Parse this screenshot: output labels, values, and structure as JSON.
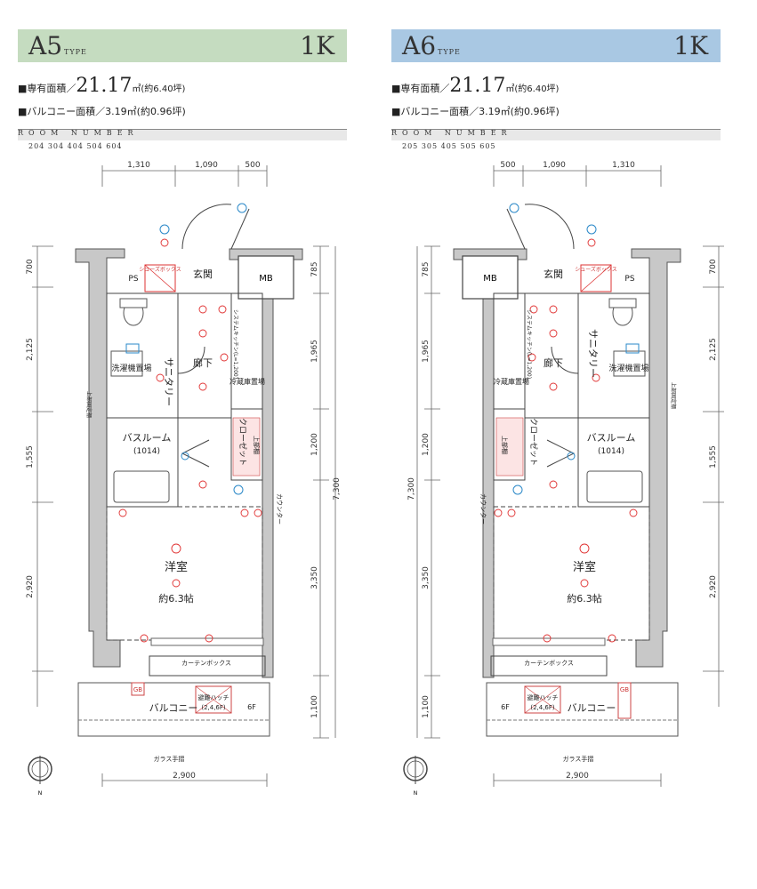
{
  "units": [
    {
      "type_name": "A5",
      "type_suffix": "TYPE",
      "layout": "1K",
      "bar_color": "#c5dcc0",
      "area_label": "■専有面積／",
      "area_value": "21.17",
      "area_unit": "㎡(約6.40坪)",
      "balcony_text": "■バルコニー面積／3.19㎡(約0.96坪)",
      "room_number_label": "ROOM NUMBER",
      "room_numbers": "204 304 404 504 604",
      "dims_top": [
        "1,310",
        "1,090",
        "500"
      ],
      "dims_bottom": "2,900",
      "dims_left": [
        "700",
        "2,125",
        "1,555",
        "2,920"
      ],
      "dims_right": [
        "785",
        "1,965",
        "1,200",
        "3,350",
        "1,100"
      ],
      "dims_total": "7,300",
      "rooms": {
        "genkan": "玄関",
        "ps": "PS",
        "mb": "MB",
        "shoes": "シューズボックス",
        "sanitary": "サニタリー",
        "rouka": "廊下",
        "washer": "洗濯機置場",
        "bath": "バスルーム",
        "bath_size": "(1014)",
        "closet": "クローゼット",
        "youshitsu": "洋室",
        "youshitsu_size": "約6.3帖",
        "balcony": "バルコニー",
        "curtain": "カーテンボックス",
        "hatch": "避難ハッチ",
        "hatch_floor": "(2,4,6F)",
        "six_f": "6F",
        "glass": "ガラス手摺",
        "counter": "カウンター",
        "kitchen": "システムキッチン(L=1,200)",
        "fridge": "冷蔵庫置場",
        "upper_shelf": "上部棚",
        "upper_fixed_shelf": "上部固定棚",
        "gb": "GB",
        "north": "N"
      }
    },
    {
      "type_name": "A6",
      "type_suffix": "TYPE",
      "layout": "1K",
      "bar_color": "#a9c8e3",
      "area_label": "■専有面積／",
      "area_value": "21.17",
      "area_unit": "㎡(約6.40坪)",
      "balcony_text": "■バルコニー面積／3.19㎡(約0.96坪)",
      "room_number_label": "ROOM NUMBER",
      "room_numbers": "205 305 405 505 605",
      "dims_top": [
        "500",
        "1,090",
        "1,310"
      ],
      "dims_bottom": "2,900",
      "dims_left": [
        "785",
        "1,965",
        "1,200",
        "3,350",
        "1,100"
      ],
      "dims_right": [
        "700",
        "2,125",
        "1,555",
        "2,920"
      ],
      "dims_total": "7,300",
      "rooms": {
        "genkan": "玄関",
        "ps": "PS",
        "mb": "MB",
        "shoes": "シューズボックス",
        "sanitary": "サニタリー",
        "rouka": "廊下",
        "washer": "洗濯機置場",
        "bath": "バスルーム",
        "bath_size": "(1014)",
        "closet": "クローゼット",
        "youshitsu": "洋室",
        "youshitsu_size": "約6.3帖",
        "balcony": "バルコニー",
        "curtain": "カーテンボックス",
        "hatch": "避難ハッチ",
        "hatch_floor": "(2,4,6F)",
        "six_f": "6F",
        "glass": "ガラス手摺",
        "counter": "カウンター",
        "kitchen": "システムキッチン(L=1,200)",
        "fridge": "冷蔵庫置場",
        "upper_shelf": "上部棚",
        "upper_fixed_shelf": "上部固定棚",
        "gb": "GB",
        "north": "N"
      }
    }
  ]
}
